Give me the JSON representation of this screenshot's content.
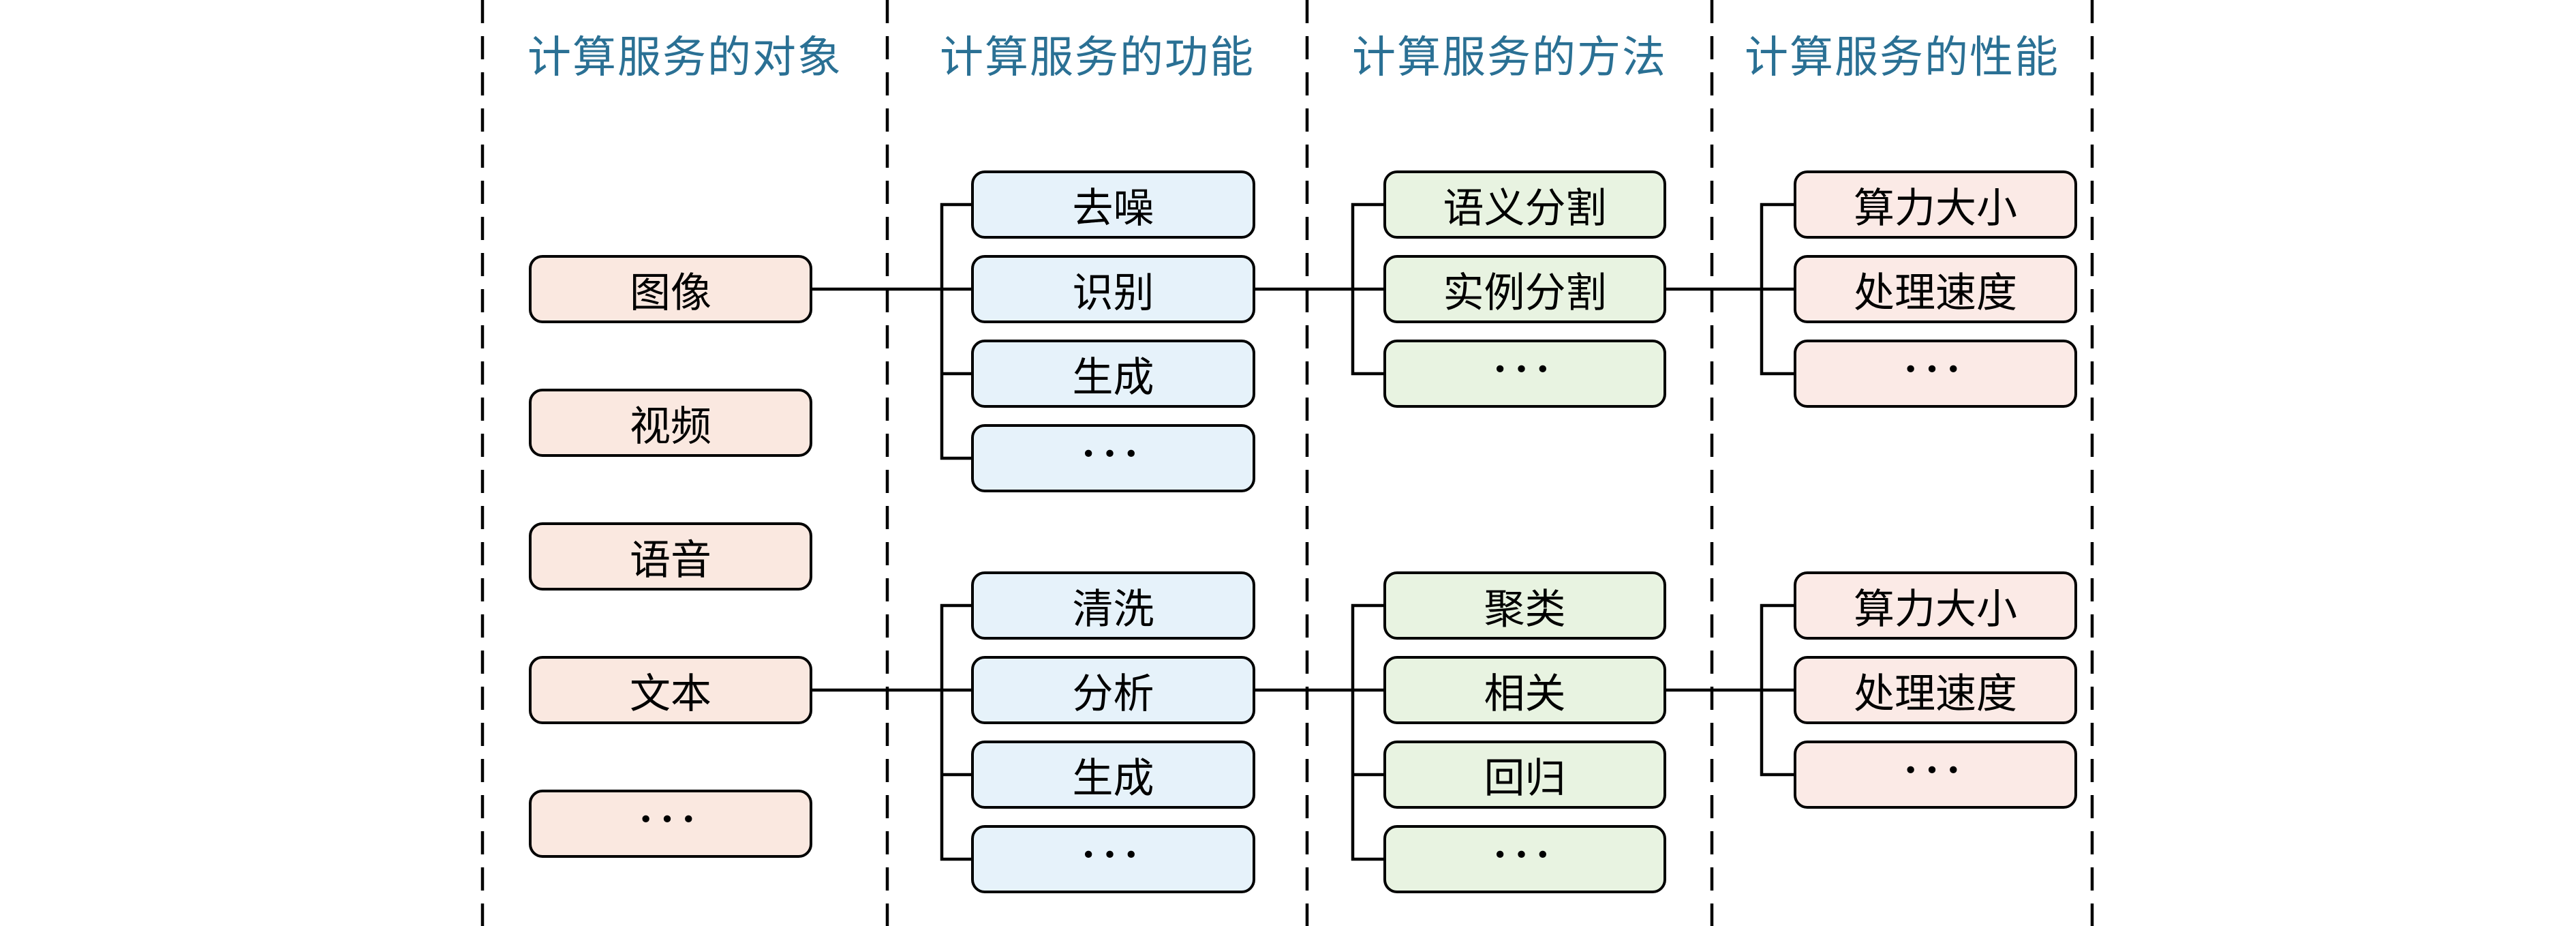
{
  "diagram_title": "computing-service hierarchy",
  "headers": [
    "计算服务的对象",
    "计算服务的功能",
    "计算服务的方法",
    "计算服务的性能"
  ],
  "objects": [
    "图像",
    "视频",
    "语音",
    "文本",
    "···"
  ],
  "functions_top": [
    "去噪",
    "识别",
    "生成",
    "···"
  ],
  "functions_bottom": [
    "清洗",
    "分析",
    "生成",
    "···"
  ],
  "methods_top": [
    "语义分割",
    "实例分割",
    "···"
  ],
  "methods_bottom": [
    "聚类",
    "相关",
    "回归",
    "···"
  ],
  "performance_top": [
    "算力大小",
    "处理速度",
    "···"
  ],
  "performance_bottom": [
    "算力大小",
    "处理速度",
    "···"
  ],
  "colors": {
    "header_text": "#2a7094",
    "objects_fill": "#fae8e0",
    "functions_fill": "#e6f2fa",
    "methods_fill": "#e8f3e1",
    "performance_fill": "#fbeae6",
    "node_border": "#000000",
    "connector_line": "#000000",
    "background": "#ffffff"
  }
}
